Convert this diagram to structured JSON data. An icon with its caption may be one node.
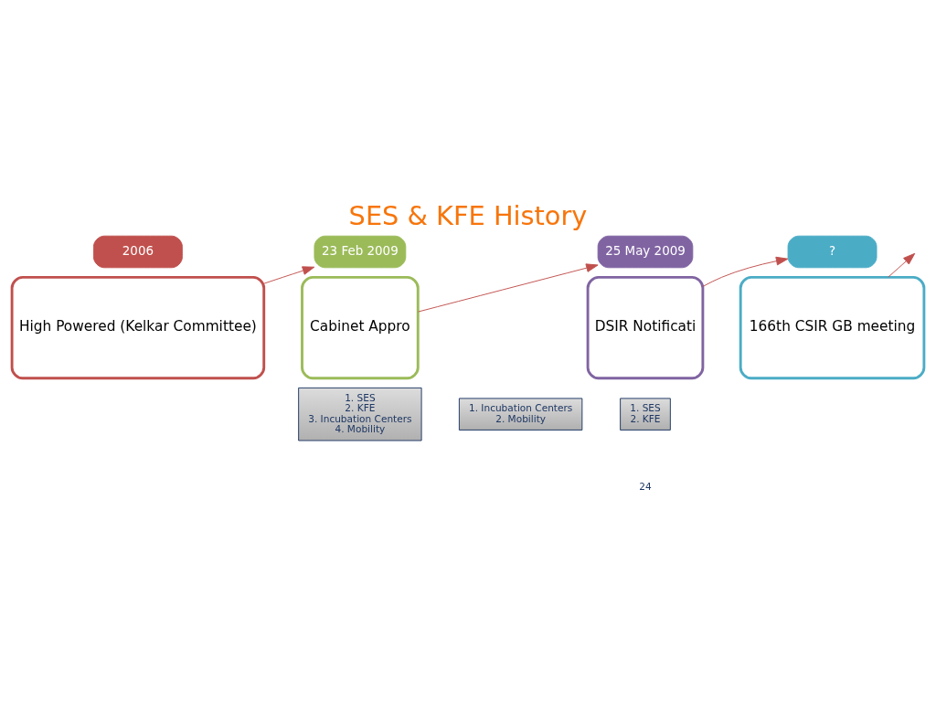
{
  "diagram": {
    "title": "SES & KFE History",
    "nodes": [
      {
        "text": [
          "2006"
        ]
      },
      {
        "text": [
          "High Powered (Kelkar Committee)"
        ]
      },
      {
        "text": [
          "23 Feb 2009"
        ]
      },
      {
        "text": [
          "Cabinet Appro"
        ]
      },
      {
        "text": [
          "25 May 2009"
        ]
      },
      {
        "text": [
          "DSIR Notificati"
        ]
      },
      {
        "text": [
          "?"
        ]
      },
      {
        "text": [
          "166th CSIR GB meeting"
        ]
      },
      {
        "text": [
          "1. SES",
          "2. KFE",
          "3. Incubation Centers",
          "4. Mobility"
        ]
      },
      {
        "text": [
          "1. Incubation Centers",
          "2. Mobility"
        ]
      },
      {
        "text": [
          "1. SES",
          "2. KFE"
        ]
      }
    ],
    "edges": [
      {
        "from": 1,
        "to": 2,
        "arrow": "to"
      },
      {
        "from": 3,
        "to": 4,
        "arrow": "to"
      },
      {
        "from": 5,
        "to": 6,
        "arrow": "to"
      },
      {
        "from": 7,
        "to": null,
        "arrow": "to"
      }
    ],
    "labels": [
      "24"
    ]
  }
}
